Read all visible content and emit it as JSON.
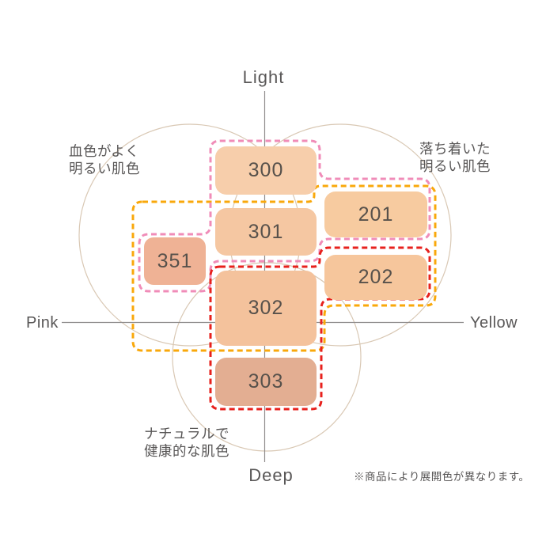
{
  "axes": {
    "top": "Light",
    "bottom": "Deep",
    "left": "Pink",
    "right": "Yellow"
  },
  "annotations": {
    "top_left": {
      "lines": [
        "血色がよく",
        "明るい肌色"
      ]
    },
    "top_right": {
      "lines": [
        "落ち着いた",
        "明るい肌色"
      ]
    },
    "bottom_left": {
      "lines": [
        "ナチュラルで",
        "健康的な肌色"
      ]
    }
  },
  "footnote": "※商品により展開色が異なります。",
  "shades": [
    {
      "code": "300",
      "color": "#F7CEAB"
    },
    {
      "code": "301",
      "color": "#F5C7A2"
    },
    {
      "code": "302",
      "color": "#F4C29C"
    },
    {
      "code": "303",
      "color": "#E3AE92"
    },
    {
      "code": "351",
      "color": "#EFB295"
    },
    {
      "code": "201",
      "color": "#F7CBA0"
    },
    {
      "code": "202",
      "color": "#F6C69C"
    }
  ],
  "groups": {
    "pink_outline": {
      "color": "#F08CB8",
      "members": [
        "300",
        "301",
        "351",
        "201"
      ]
    },
    "yellow_outline": {
      "color": "#F9A80B",
      "members": [
        "301",
        "351",
        "201",
        "202",
        "302"
      ]
    },
    "red_outline": {
      "color": "#E7211D",
      "members": [
        "302",
        "303",
        "202"
      ]
    }
  },
  "decor": {
    "circle_color": "#D9C8B4",
    "axis_color": "#8E8B8B",
    "label_color": "#595757",
    "number_color": "#57514B"
  }
}
